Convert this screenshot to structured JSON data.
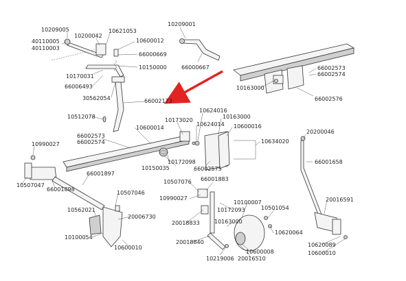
{
  "colors": {
    "arrow": "#e32322",
    "line": "#333333",
    "background": "#ffffff"
  },
  "labels": [
    {
      "id": "l1",
      "text": "10209005"
    },
    {
      "id": "l2",
      "text": "10200042"
    },
    {
      "id": "l3",
      "text": "10621053"
    },
    {
      "id": "l4",
      "text": "40110005"
    },
    {
      "id": "l5",
      "text": "40110003"
    },
    {
      "id": "l6",
      "text": "10600012"
    },
    {
      "id": "l7",
      "text": "66000669"
    },
    {
      "id": "l8",
      "text": "10150000"
    },
    {
      "id": "l9",
      "text": "10170031"
    },
    {
      "id": "l10",
      "text": "66006493"
    },
    {
      "id": "l11",
      "text": "30562054"
    },
    {
      "id": "l12",
      "text": "66002173"
    },
    {
      "id": "l13",
      "text": "10209001"
    },
    {
      "id": "l14",
      "text": "66000667"
    },
    {
      "id": "l15",
      "text": "66002573"
    },
    {
      "id": "l16",
      "text": "66002574"
    },
    {
      "id": "l17",
      "text": "10163000"
    },
    {
      "id": "l18",
      "text": "66002576"
    },
    {
      "id": "l19",
      "text": "10512078"
    },
    {
      "id": "l20",
      "text": "10600014"
    },
    {
      "id": "l21",
      "text": "10624016"
    },
    {
      "id": "l22",
      "text": "10173020"
    },
    {
      "id": "l23",
      "text": "10624014"
    },
    {
      "id": "l24",
      "text": "10163000"
    },
    {
      "id": "l25",
      "text": "10600016"
    },
    {
      "id": "l26",
      "text": "66002573"
    },
    {
      "id": "l27",
      "text": "66002574"
    },
    {
      "id": "l28",
      "text": "10634020"
    },
    {
      "id": "l29",
      "text": "10990027"
    },
    {
      "id": "l30",
      "text": "10172098"
    },
    {
      "id": "l31",
      "text": "10150035"
    },
    {
      "id": "l32",
      "text": "66002575"
    },
    {
      "id": "l33",
      "text": "20200046"
    },
    {
      "id": "l34",
      "text": "66001658"
    },
    {
      "id": "l35",
      "text": "66001897"
    },
    {
      "id": "l36",
      "text": "10507047"
    },
    {
      "id": "l37",
      "text": "66001898"
    },
    {
      "id": "l38",
      "text": "10507046"
    },
    {
      "id": "l39",
      "text": "10507076"
    },
    {
      "id": "l40",
      "text": "66001883"
    },
    {
      "id": "l41",
      "text": "10990027"
    },
    {
      "id": "l42",
      "text": "10100007"
    },
    {
      "id": "l43",
      "text": "10172093"
    },
    {
      "id": "l44",
      "text": "10501054"
    },
    {
      "id": "l45",
      "text": "20016591"
    },
    {
      "id": "l46",
      "text": "10562021"
    },
    {
      "id": "l47",
      "text": "20006730"
    },
    {
      "id": "l48",
      "text": "20018833"
    },
    {
      "id": "l49",
      "text": "10163000"
    },
    {
      "id": "l50",
      "text": "10620064"
    },
    {
      "id": "l51",
      "text": "10100054"
    },
    {
      "id": "l52",
      "text": "20018840"
    },
    {
      "id": "l53",
      "text": "10600008"
    },
    {
      "id": "l54",
      "text": "10620089"
    },
    {
      "id": "l55",
      "text": "10600010"
    },
    {
      "id": "l56",
      "text": "10219006"
    },
    {
      "id": "l57",
      "text": "20016510"
    },
    {
      "id": "l58",
      "text": "10600010"
    }
  ]
}
